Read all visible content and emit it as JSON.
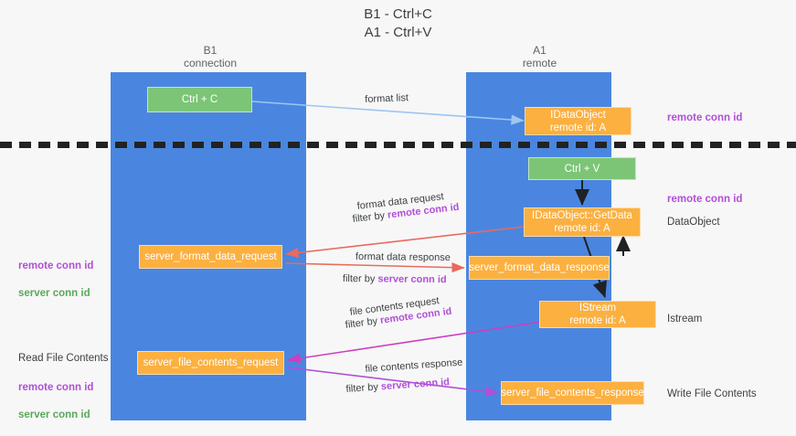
{
  "title": "B1 - Ctrl+C\nA1 - Ctrl+V",
  "lanes": [
    {
      "name": "b1",
      "header": "B1\nconnection"
    },
    {
      "name": "a1",
      "header": "A1\nremote"
    }
  ],
  "nodes": [
    {
      "id": "ctrl-c",
      "line1": "Ctrl + C",
      "line2": "",
      "color": "#7cc576"
    },
    {
      "id": "idataobject",
      "line1": "IDataObject",
      "line2": "remote id: A",
      "color": "#fbb040"
    },
    {
      "id": "ctrl-v",
      "line1": "Ctrl + V",
      "line2": "",
      "color": "#7cc576"
    },
    {
      "id": "getdata",
      "line1": "IDataObject::GetData",
      "line2": "remote id: A",
      "color": "#fbb040"
    },
    {
      "id": "server-format-data-request",
      "line1": "server_format_data_request",
      "line2": "",
      "color": "#fbb040"
    },
    {
      "id": "server-format-data-response",
      "line1": "server_format_data_response",
      "line2": "",
      "color": "#fbb040"
    },
    {
      "id": "istream",
      "line1": "IStream",
      "line2": "remote id: A",
      "color": "#fbb040"
    },
    {
      "id": "server-file-contents-request",
      "line1": "server_file_contents_request",
      "line2": "",
      "color": "#fbb040"
    },
    {
      "id": "server-file-contents-response",
      "line1": "server_file_contents_response",
      "line2": "",
      "color": "#fbb040"
    }
  ],
  "right_annotations": [
    {
      "id": "remote-conn-id-1",
      "text": "remote conn id",
      "color": "#b14fd8"
    },
    {
      "id": "remote-conn-id-2",
      "text": "remote conn id",
      "color": "#b14fd8"
    },
    {
      "id": "dataobject",
      "text": "DataObject",
      "color": "#3c4043"
    },
    {
      "id": "istream-label",
      "text": "Istream",
      "color": "#3c4043"
    },
    {
      "id": "write-file-contents",
      "text": "Write File Contents",
      "color": "#3c4043"
    }
  ],
  "left_annotations": {
    "conn_ids_1": {
      "remote": "remote conn id",
      "server": "server conn id"
    },
    "read_file_contents": "Read File Contents",
    "conn_ids_2": {
      "remote": "remote conn id",
      "server": "server conn id"
    }
  },
  "edge_labels": [
    {
      "id": "format-list",
      "text": "format list",
      "emph": "",
      "emph_color": ""
    },
    {
      "id": "format-data-request",
      "text": "format data request",
      "emph": "",
      "emph_color": ""
    },
    {
      "id": "format-data-request-filter",
      "prefix": "filter by ",
      "emph": "remote conn id",
      "emph_color": "#b14fd8"
    },
    {
      "id": "format-data-response",
      "text": "format data response",
      "emph": "",
      "emph_color": ""
    },
    {
      "id": "format-data-response-filter",
      "prefix": "filter by ",
      "emph": "server conn id",
      "emph_color": "#b14fd8"
    },
    {
      "id": "file-contents-request",
      "text": "file contents request",
      "emph": "",
      "emph_color": ""
    },
    {
      "id": "file-contents-request-filter",
      "prefix": "filter by ",
      "emph": "remote conn id",
      "emph_color": "#b14fd8"
    },
    {
      "id": "file-contents-response",
      "text": "file contents response",
      "emph": "",
      "emph_color": ""
    },
    {
      "id": "file-contents-response-filter",
      "prefix": "filter by ",
      "emph": "server conn id",
      "emph_color": "#b14fd8"
    }
  ],
  "colors": {
    "lane": "#4a86e0",
    "green_node": "#7cc576",
    "orange_node": "#fbb040",
    "arrow_blue": "#9fc5f0",
    "arrow_red": "#ea6a5e",
    "arrow_magenta": "#cc3fc0",
    "arrow_purple": "#b14fd8",
    "arrow_dark": "#202124",
    "divider": "#222222",
    "background": "#f7f7f7"
  }
}
